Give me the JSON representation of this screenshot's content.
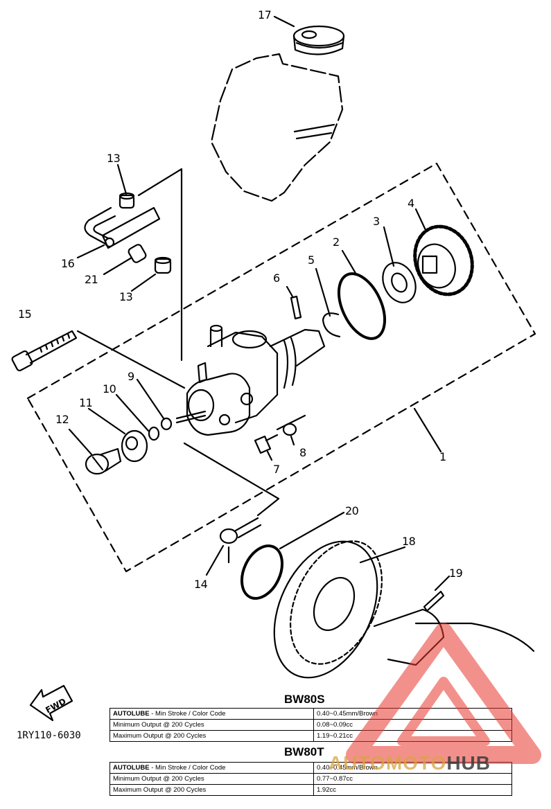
{
  "callouts": [
    "17",
    "13",
    "16",
    "21",
    "13",
    "15",
    "6",
    "5",
    "2",
    "3",
    "4",
    "9",
    "10",
    "11",
    "12",
    "7",
    "8",
    "1",
    "20",
    "18",
    "14",
    "19"
  ],
  "fwd_label": "FWD",
  "part_number": "1RY110-6030",
  "tables": [
    {
      "model": "BW80S",
      "rows": [
        {
          "label_bold": "AUTOLUBE",
          "label_rest": " - Min Stroke / Color Code",
          "value": "0.40~0.45mm/Brown"
        },
        {
          "label_bold": "",
          "label_rest": "Minimum Output @ 200 Cycles",
          "value": "0.08~0.09cc"
        },
        {
          "label_bold": "",
          "label_rest": "Maximum Output @ 200 Cycles",
          "value": "1.19~0.21cc"
        }
      ]
    },
    {
      "model": "BW80T",
      "rows": [
        {
          "label_bold": "AUTOLUBE",
          "label_rest": " - Min Stroke / Color Code",
          "value": "0.40~0.45mm/Brown"
        },
        {
          "label_bold": "",
          "label_rest": "Minimum Output @ 200 Cycles",
          "value": "0.77~0.87cc"
        },
        {
          "label_bold": "",
          "label_rest": "Maximum Output @ 200 Cycles",
          "value": "1.92cc"
        }
      ]
    }
  ],
  "watermark": {
    "part1": "AUTOMOTO",
    "part2": "HUB",
    "color_red": "#e8392f",
    "color_gold": "#d9a441",
    "color_dark": "#3b3b3b"
  }
}
